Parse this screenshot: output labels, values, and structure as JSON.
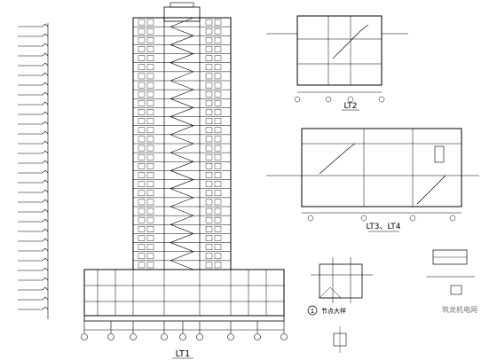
{
  "views": {
    "lt1": {
      "title": "LT1"
    },
    "lt2": {
      "title": "LT2"
    },
    "lt34": {
      "title": "LT3、LT4"
    }
  },
  "detail": {
    "marker": "1",
    "title": "节点大样"
  },
  "watermark": "筑龙机电网",
  "colors": {
    "line": "#000000",
    "watermark": "#888888",
    "background": "#ffffff"
  }
}
